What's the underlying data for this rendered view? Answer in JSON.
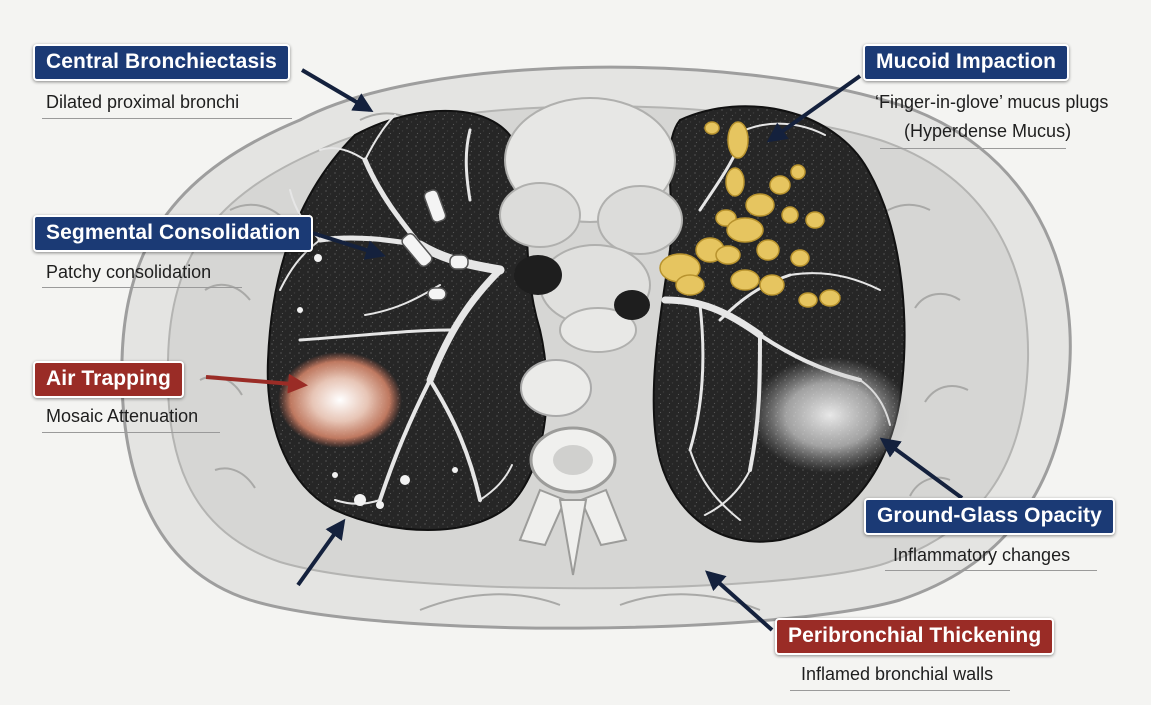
{
  "annotations": [
    {
      "id": "central-bronchiectasis",
      "title": "Central Bronchiectasis",
      "subtitle": "Dilated proximal bronchi",
      "color": "#1b3a75"
    },
    {
      "id": "segmental-consolidation",
      "title": "Segmental Consolidation",
      "subtitle": "Patchy consolidation",
      "color": "#1b3a75"
    },
    {
      "id": "air-trapping",
      "title": "Air Trapping",
      "subtitle": "Mosaic Attenuation",
      "color": "#9a2c26"
    },
    {
      "id": "mucoid-impaction",
      "title": "Mucoid Impaction",
      "subtitle_line1": "‘Finger-in-glove’ mucus plugs",
      "subtitle_line2": "(Hyperdense Mucus)",
      "color": "#1b3a75"
    },
    {
      "id": "ground-glass-opacity",
      "title": "Ground-Glass Opacity",
      "subtitle": "Inflammatory changes",
      "color": "#1b3a75"
    },
    {
      "id": "peribronchial-thickening",
      "title": "Peribronchial Thickening",
      "subtitle": "Inflamed bronchial walls",
      "color": "#9a2c26"
    }
  ],
  "colors": {
    "label_blue": "#1b3a75",
    "label_red": "#9a2c26",
    "lung_parenchyma": "#262626",
    "mucus_plug": "#e6c560",
    "air_trapping_overlay": "#d98a6a",
    "soft_tissue": "#dedede"
  }
}
